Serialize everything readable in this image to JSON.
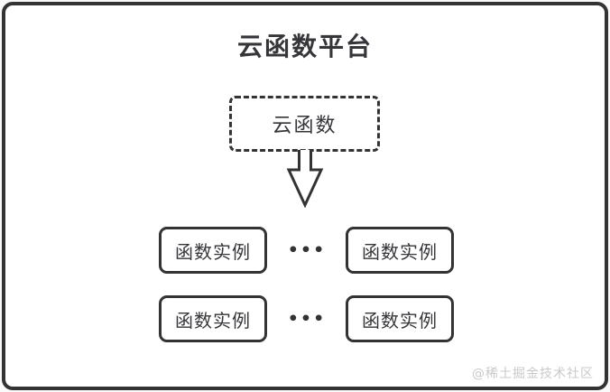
{
  "diagram": {
    "title": "云函数平台",
    "cloud_function": {
      "label": "云函数"
    },
    "instances": [
      {
        "label": "函数实例"
      },
      {
        "label": "函数实例"
      },
      {
        "label": "函数实例"
      },
      {
        "label": "函数实例"
      }
    ],
    "ellipsis": "•••",
    "watermark": "@稀土掘金技术社区",
    "colors": {
      "line": "#333333",
      "text": "#36363a",
      "watermark": "#c9c9c9",
      "background": "#ffffff"
    }
  }
}
